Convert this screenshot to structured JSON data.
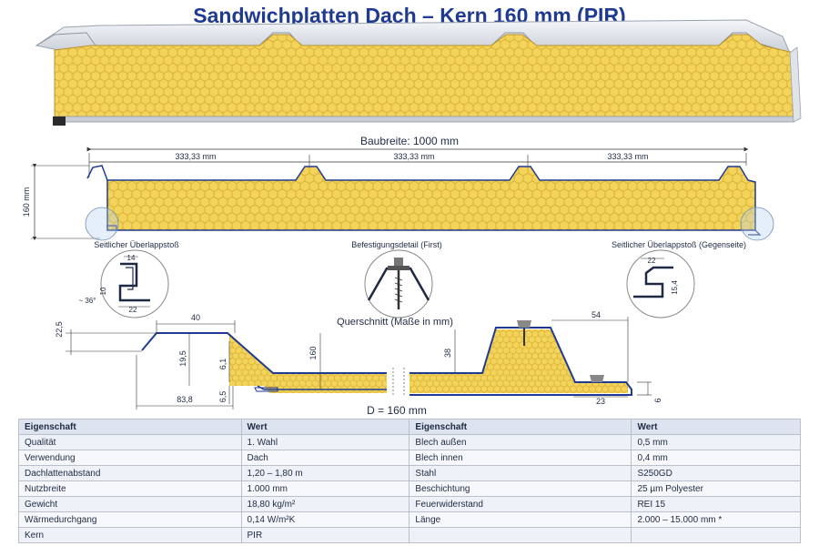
{
  "title": "Sandwichplatten Dach – Kern 160 mm (PIR)",
  "top_view": {
    "baubreite": "Baubreite: 1000 mm",
    "segment_1": "333,33 mm",
    "segment_2": "333,33 mm",
    "segment_3": "333,33 mm",
    "height_label": "160 mm"
  },
  "details": {
    "left_label": "Seitlicher Überlappstoß",
    "left_dims": [
      "14",
      "10",
      "22",
      "~ 36°"
    ],
    "center_label": "Befestigungsdetail (First)",
    "right_label": "Seitlicher Überlappstoß (Gegenseite)",
    "right_dims": [
      "22",
      "15,4"
    ]
  },
  "cross_section": {
    "label": "Querschnitt (Maße in mm)",
    "dims": {
      "d22_5": "22,5",
      "d40": "40",
      "d19_5": "19,5",
      "d6_1": "6,1",
      "d160": "160",
      "d83_8": "83,8",
      "d6_5": "6,5",
      "d38": "38",
      "d54": "54",
      "d23": "23",
      "d6": "6"
    },
    "thickness": "D = 160 mm"
  },
  "colors": {
    "foam": "#f3d35a",
    "steel_blue": "#1f3a93",
    "title_blue": "#1f3a93"
  },
  "table": {
    "headers": [
      "Eigenschaft",
      "Wert",
      "Eigenschaft",
      "Wert"
    ],
    "rows": [
      [
        "Qualität",
        "1. Wahl",
        "Blech außen",
        "0,5 mm"
      ],
      [
        "Verwendung",
        "Dach",
        "Blech innen",
        "0,4 mm"
      ],
      [
        "Dachlattenabstand",
        "1,20 – 1,80 m",
        "Stahl",
        "S250GD"
      ],
      [
        "Nutzbreite",
        "1.000 mm",
        "Beschichtung",
        "25 µm Polyester"
      ],
      [
        "Gewicht",
        "18,80 kg/m²",
        "Feuerwiderstand",
        "REI 15"
      ],
      [
        "Wärmedurchgang",
        "0,14 W/m²K",
        "Länge",
        "2.000 – 15.000 mm *"
      ],
      [
        "Kern",
        "PIR",
        "",
        ""
      ]
    ]
  }
}
